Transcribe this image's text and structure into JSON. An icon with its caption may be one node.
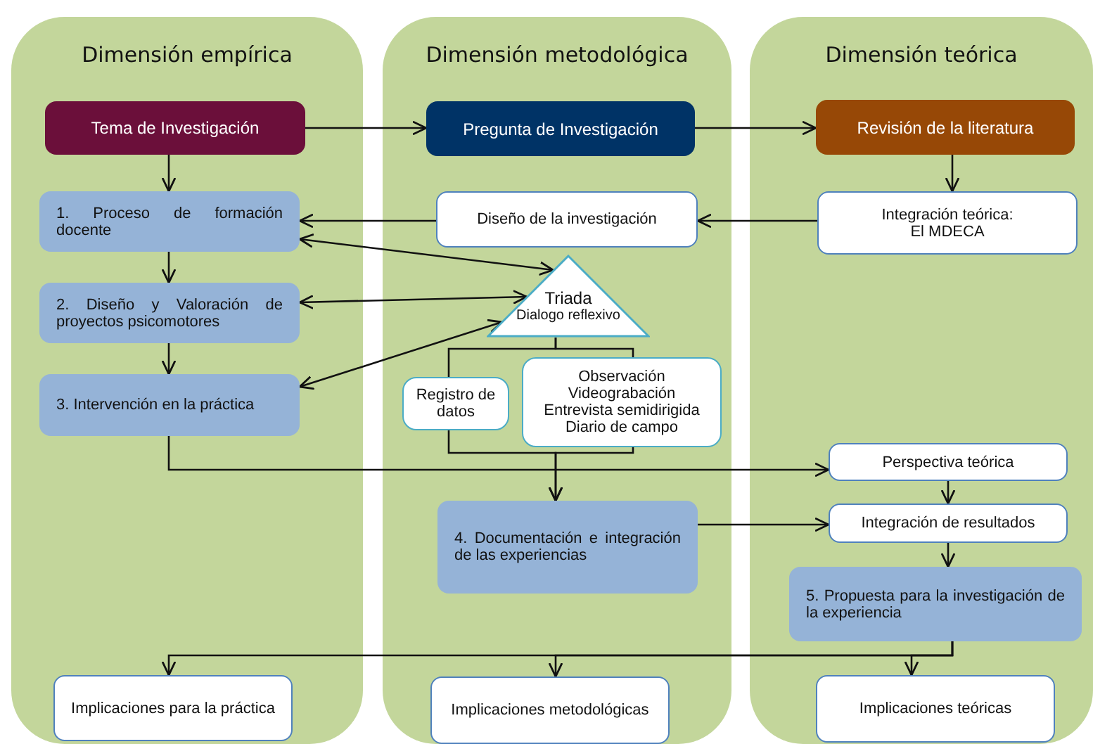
{
  "diagram": {
    "nodes": [
      {
        "text": [
          "Dimensión empírica"
        ]
      },
      {
        "text": [
          "Dimensión metodológica"
        ]
      },
      {
        "text": [
          "Dimensión teórica"
        ]
      },
      {
        "text": [
          "Tema de Investigación"
        ],
        "in": 0
      },
      {
        "text": [
          "1. Proceso de formación docente"
        ],
        "in": 0
      },
      {
        "text": [
          "2. Diseño y Valoración de proyectos psicomotores"
        ],
        "in": 0
      },
      {
        "text": [
          "3. Intervención en la práctica"
        ],
        "in": 0
      },
      {
        "text": [
          "Implicaciones para la práctica"
        ],
        "in": 0
      },
      {
        "text": [
          "Pregunta de Investigación"
        ],
        "in": 1
      },
      {
        "text": [
          "Diseño de la investigación"
        ],
        "in": 1
      },
      {
        "text": [
          "Triada",
          "Dialogo reflexivo"
        ],
        "in": 1
      },
      {
        "text": [
          "Registro de datos"
        ],
        "in": 1
      },
      {
        "text": [
          "Observación",
          "Videograbación",
          "Entrevista semidirigida",
          "Diario de campo"
        ],
        "in": 1
      },
      {
        "text": [
          "4. Documentación e integración de las experiencias"
        ],
        "in": 1
      },
      {
        "text": [
          "Implicaciones metodológicas"
        ],
        "in": 1
      },
      {
        "text": [
          "Revisión de la literatura"
        ],
        "in": 2
      },
      {
        "text": [
          "Integración teórica: El MDECA"
        ],
        "in": 2
      },
      {
        "text": [
          "Perspectiva teórica"
        ],
        "in": 2
      },
      {
        "text": [
          "Integración de resultados"
        ],
        "in": 2
      },
      {
        "text": [
          "5. Propuesta para la investigación de la experiencia"
        ],
        "in": 2
      },
      {
        "text": [
          "Implicaciones teóricas"
        ],
        "in": 2
      }
    ],
    "edges": [
      {
        "from": 3,
        "to": 8,
        "arrow": "to"
      },
      {
        "from": 8,
        "to": 15,
        "arrow": "to"
      },
      {
        "from": 3,
        "to": 4,
        "arrow": "to"
      },
      {
        "from": 4,
        "to": 5,
        "arrow": "to"
      },
      {
        "from": 5,
        "to": 6,
        "arrow": "to"
      },
      {
        "from": 15,
        "to": 16,
        "arrow": "to"
      },
      {
        "from": 16,
        "to": 9,
        "arrow": "to"
      },
      {
        "from": 9,
        "to": 4,
        "arrow": "to"
      },
      {
        "from": 4,
        "to": 10,
        "arrow": "both"
      },
      {
        "from": 5,
        "to": 10,
        "arrow": "both"
      },
      {
        "from": 6,
        "to": 10,
        "arrow": "both"
      },
      {
        "from": 10,
        "to": 11,
        "arrow": "none"
      },
      {
        "from": 10,
        "to": 12,
        "arrow": "none"
      },
      {
        "from": 11,
        "to": 13,
        "arrow": "to"
      },
      {
        "from": 12,
        "to": 13,
        "arrow": "to"
      },
      {
        "from": 6,
        "to": 17,
        "arrow": "to"
      },
      {
        "from": 17,
        "to": 18,
        "arrow": "to"
      },
      {
        "from": 13,
        "to": 18,
        "arrow": "to"
      },
      {
        "from": 18,
        "to": 19,
        "arrow": "to"
      },
      {
        "from": 19,
        "to": 7,
        "arrow": "to"
      },
      {
        "from": 19,
        "to": 14,
        "arrow": "to"
      },
      {
        "from": 19,
        "to": 20,
        "arrow": "to"
      }
    ]
  }
}
